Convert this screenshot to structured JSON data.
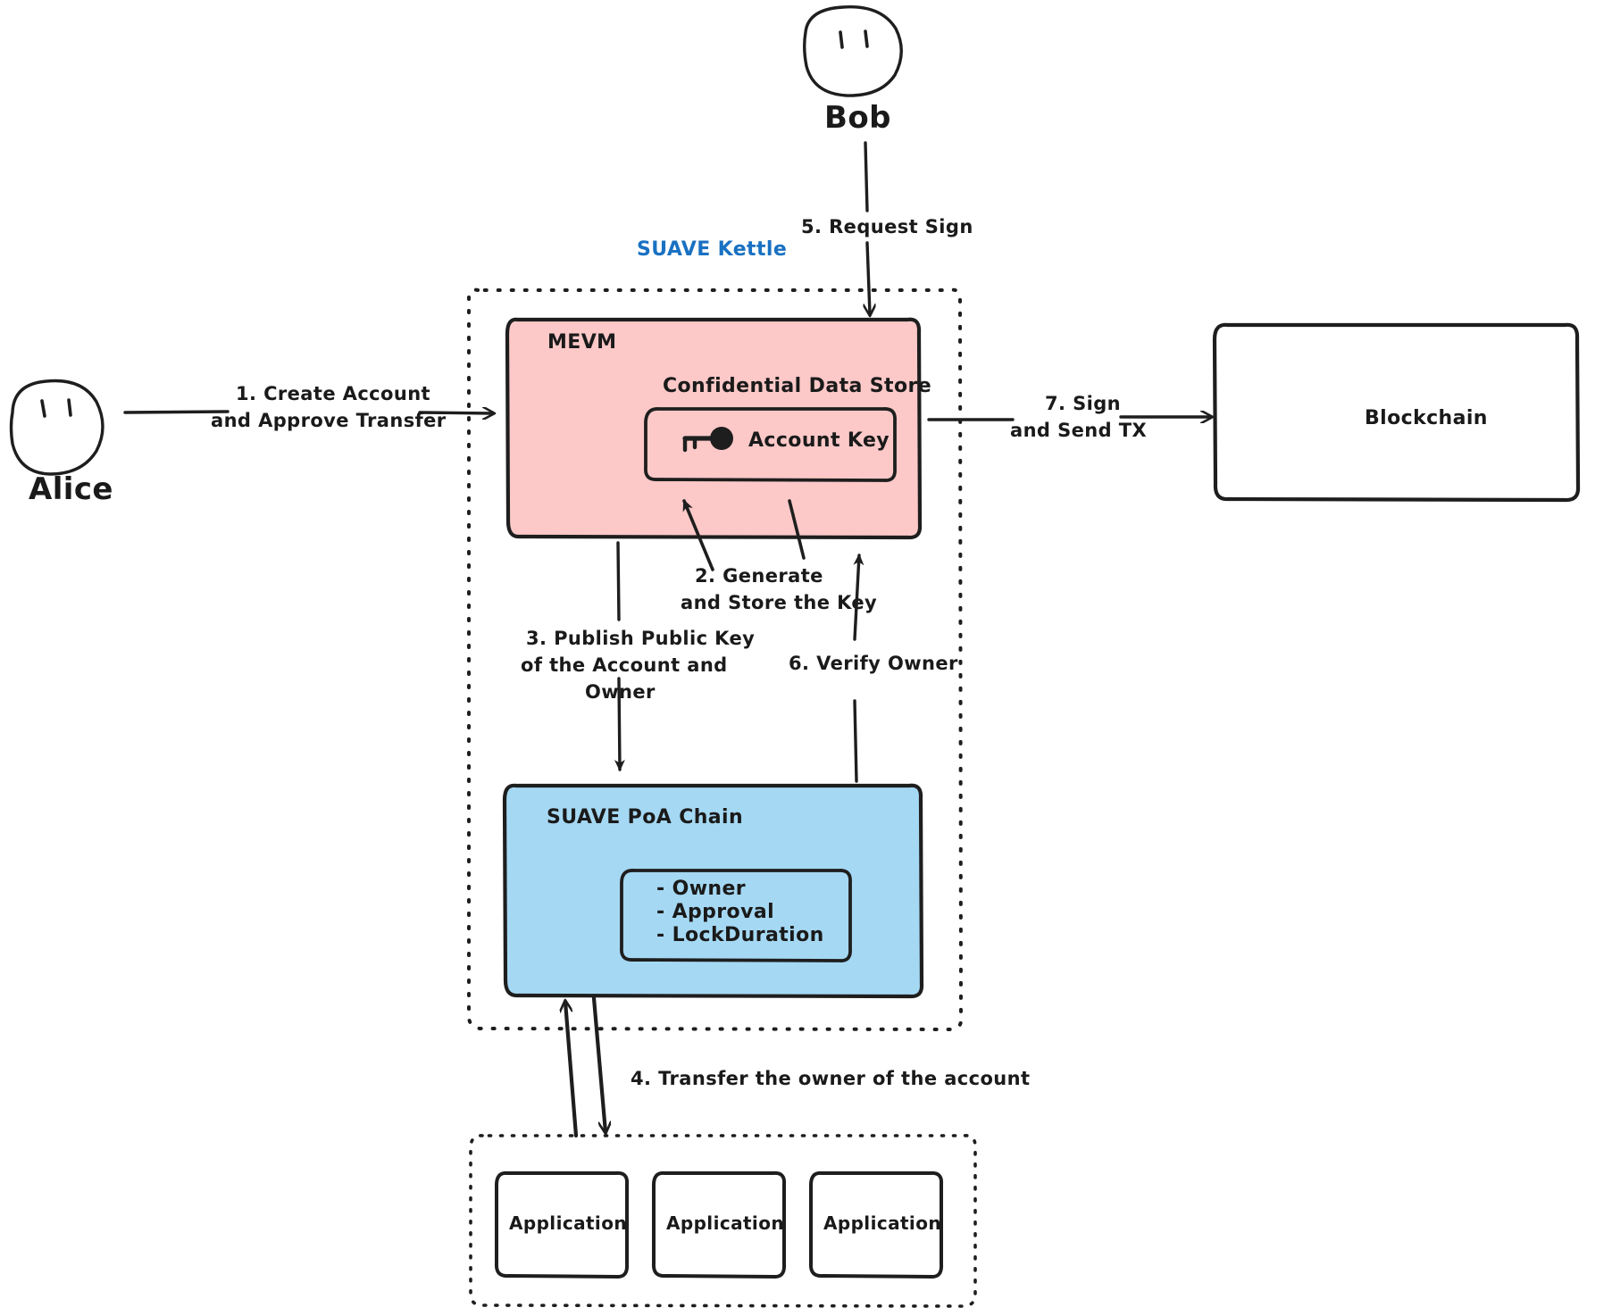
{
  "diagram": {
    "title_text": "SUAVE Kettle",
    "actors": [
      {
        "id": "alice",
        "name": "Alice",
        "icon": "person-face-icon"
      },
      {
        "id": "bob",
        "name": "Bob",
        "icon": "person-face-icon"
      }
    ],
    "kettle": {
      "label": "SUAVE Kettle",
      "border_color": "#1c7ed6",
      "border_style": "dotted"
    },
    "mevm": {
      "label": "MEVM",
      "fill_color": "#fcc8c8",
      "stroke_color": "#1e1e1e",
      "data_store": {
        "label": "Confidential Data Store",
        "item": {
          "label": "Account Key",
          "icon": "key-icon"
        }
      }
    },
    "poa_chain": {
      "label": "SUAVE PoA Chain",
      "fill_color": "#a5d8f3",
      "stroke_color": "#1e1e1e",
      "fields": [
        "- Owner",
        "- Approval",
        "- LockDuration"
      ]
    },
    "blockchain": {
      "label": "Blockchain",
      "fill_color": "#ffffff",
      "stroke_color": "#1e1e1e"
    },
    "applications": {
      "container_border_color": "#1e1e1e",
      "container_border_style": "dotted",
      "items": [
        {
          "label": "Application"
        },
        {
          "label": "Application"
        },
        {
          "label": "Application"
        }
      ]
    },
    "steps": [
      {
        "number": "1",
        "lines": [
          "1. Create Account",
          "and Approve Transfer"
        ]
      },
      {
        "number": "2",
        "lines": [
          "2. Generate",
          "and Store the Key"
        ]
      },
      {
        "number": "3",
        "lines": [
          "3. Publish Public Key",
          "of the Account and",
          "Owner"
        ]
      },
      {
        "number": "4",
        "lines": [
          "4. Transfer the owner of the account"
        ]
      },
      {
        "number": "5",
        "lines": [
          "5. Request Sign"
        ]
      },
      {
        "number": "6",
        "lines": [
          "6. Verify Owner"
        ]
      },
      {
        "number": "7",
        "lines": [
          "7. Sign",
          "and Send TX"
        ]
      }
    ]
  }
}
